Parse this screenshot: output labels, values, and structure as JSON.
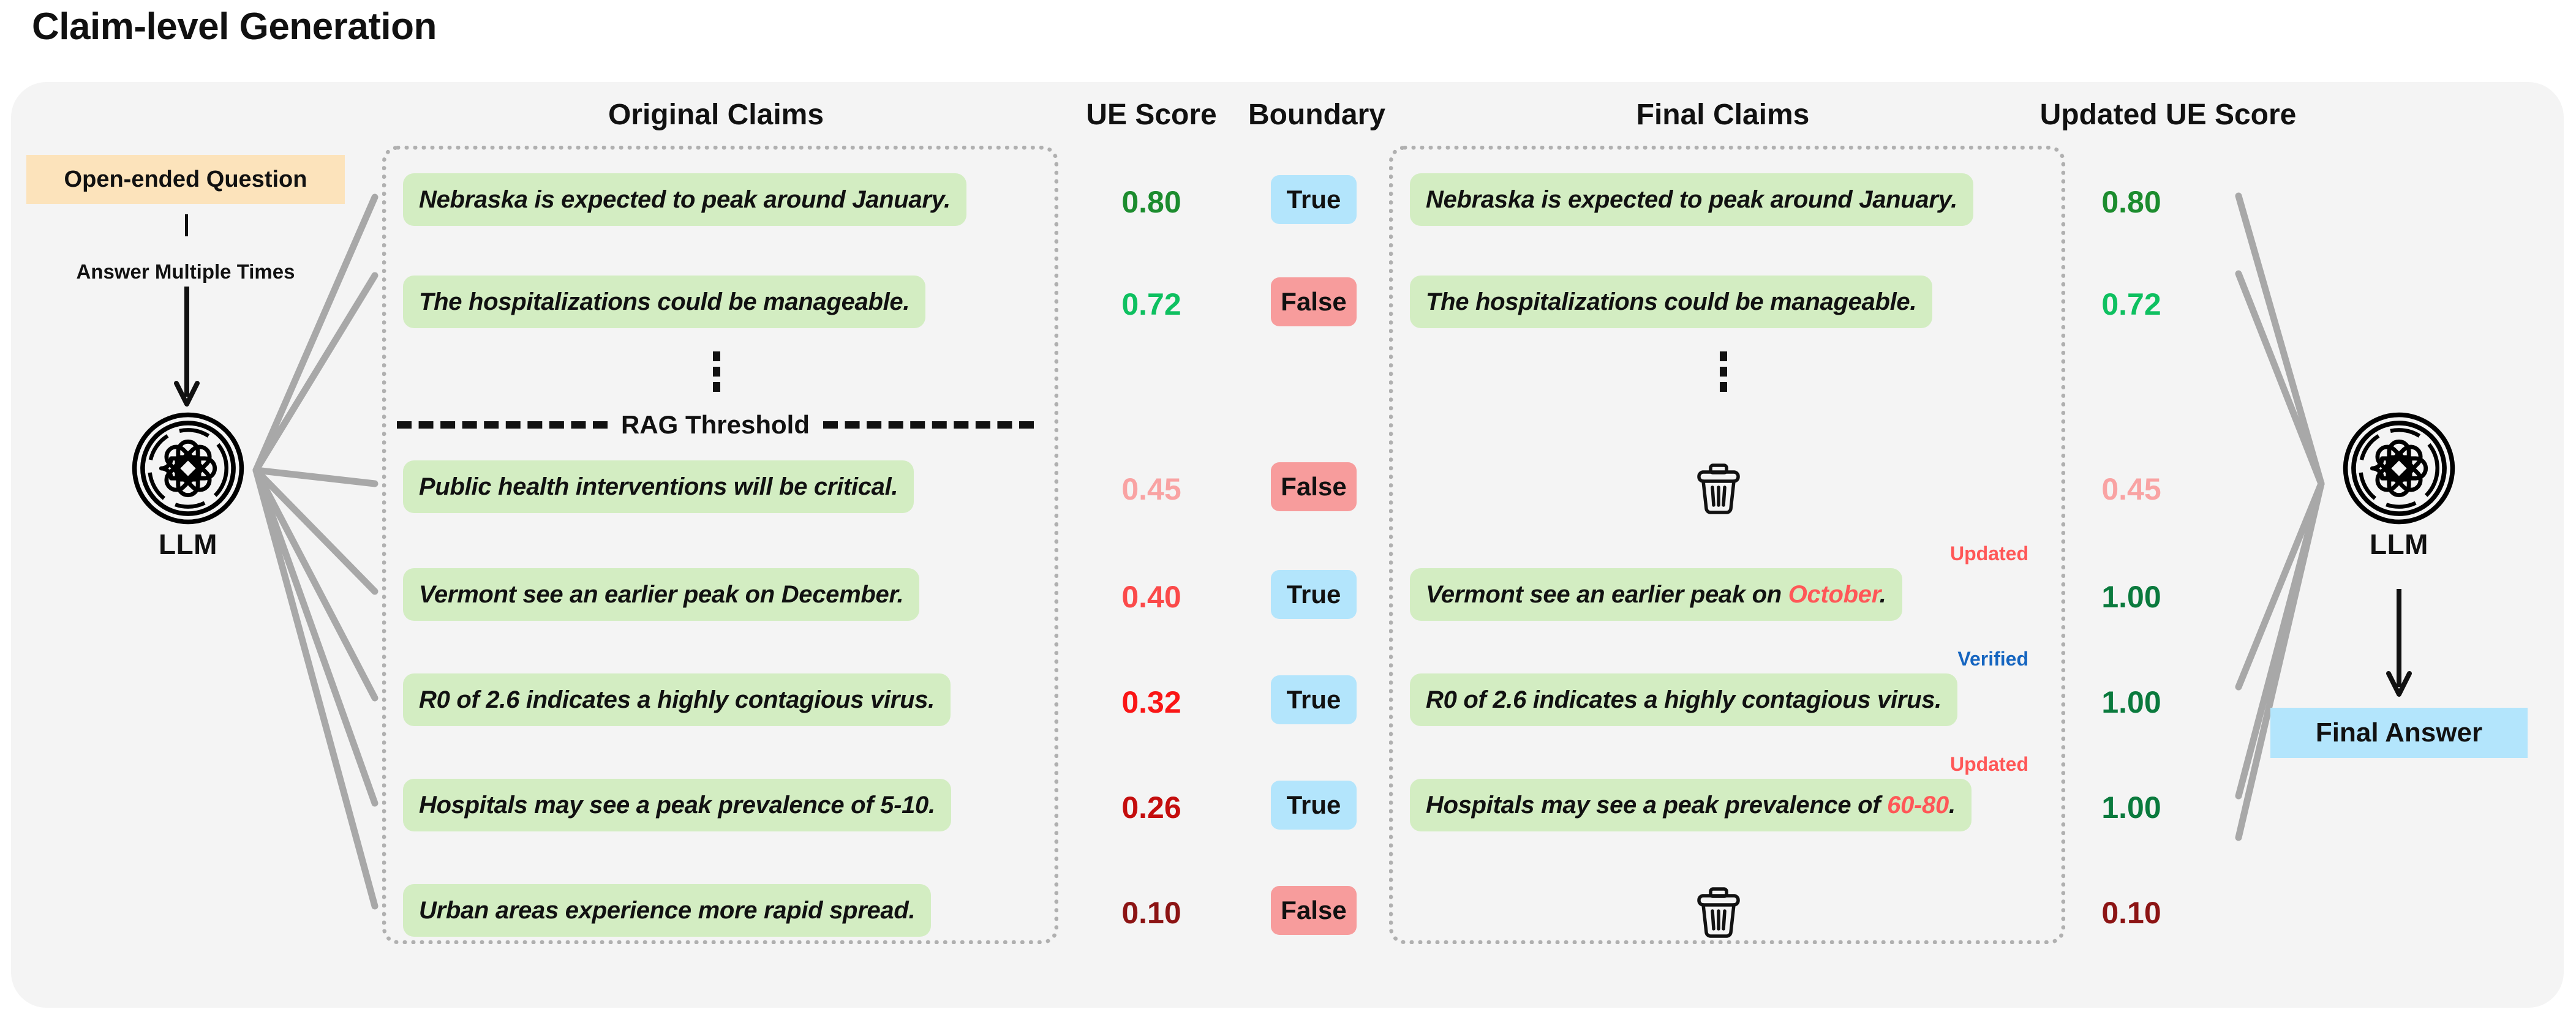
{
  "title": "Claim-level Generation",
  "headers": {
    "original_claims": "Original Claims",
    "ue_score": "UE Score",
    "boundary": "Boundary",
    "final_claims": "Final Claims",
    "updated_ue_score": "Updated UE Score"
  },
  "left": {
    "question_box": "Open-ended Question",
    "edge_label": "Answer Multiple Times",
    "llm_label": "LLM"
  },
  "right": {
    "llm_label": "LLM",
    "final_answer": "Final Answer"
  },
  "threshold": {
    "label": "RAG Threshold"
  },
  "ellipsis": "⋮",
  "tags": {
    "updated": "Updated",
    "verified": "Verified"
  },
  "colors": {
    "card_bg": "#f4f4f4",
    "claim_bg": "#d3edc2",
    "question_bg": "#fce3bb",
    "true_badge": "#b3e5fc",
    "false_badge": "#f79c9c",
    "updated_tag": "#ff5757",
    "verified_tag": "#1565c0",
    "connector": "#a8a8a8",
    "score_080": "#1c8c2e",
    "score_072": "#0ec060",
    "score_045": "#f9a3a3",
    "score_040": "#fb4a4a",
    "score_032": "#fa1616",
    "score_026": "#c40d0d",
    "score_010": "#8c1414",
    "score_100": "#0a7a3d"
  },
  "rows": [
    {
      "original_claim": "Nebraska is expected to peak around January.",
      "ue_score": "0.80",
      "ue_color": "#1c8c2e",
      "boundary": "True",
      "final_claim": "Nebraska is expected to peak around January.",
      "final_kind": "claim",
      "final_tag": "",
      "highlight": "",
      "updated_score": "0.80",
      "updated_color": "#1c8c2e"
    },
    {
      "original_claim": "The hospitalizations could be manageable.",
      "ue_score": "0.72",
      "ue_color": "#0ec060",
      "boundary": "False",
      "final_claim": "The hospitalizations could be manageable.",
      "final_kind": "claim",
      "final_tag": "",
      "highlight": "",
      "updated_score": "0.72",
      "updated_color": "#0ec060"
    },
    {
      "original_claim": "Public health interventions will be critical.",
      "ue_score": "0.45",
      "ue_color": "#f9a3a3",
      "boundary": "False",
      "final_claim": "",
      "final_kind": "deleted",
      "final_tag": "",
      "highlight": "",
      "updated_score": "0.45",
      "updated_color": "#f9a3a3"
    },
    {
      "original_claim": "Vermont see an earlier peak on December.",
      "ue_score": "0.40",
      "ue_color": "#fb4a4a",
      "boundary": "True",
      "final_claim": "Vermont see an earlier peak on ",
      "final_kind": "claim",
      "final_tag": "Updated",
      "highlight": "October",
      "updated_score": "1.00",
      "updated_color": "#0a7a3d"
    },
    {
      "original_claim": "R0 of 2.6 indicates a highly contagious virus.",
      "ue_score": "0.32",
      "ue_color": "#fa1616",
      "boundary": "True",
      "final_claim": "R0 of 2.6 indicates a highly contagious virus.",
      "final_kind": "claim",
      "final_tag": "Verified",
      "highlight": "",
      "updated_score": "1.00",
      "updated_color": "#0a7a3d"
    },
    {
      "original_claim": "Hospitals may see a peak prevalence of 5-10.",
      "ue_score": "0.26",
      "ue_color": "#c40d0d",
      "boundary": "True",
      "final_claim": "Hospitals may see a peak prevalence of ",
      "final_kind": "claim",
      "final_tag": "Updated",
      "highlight": "60-80",
      "updated_score": "1.00",
      "updated_color": "#0a7a3d"
    },
    {
      "original_claim": "Urban areas experience more rapid spread.",
      "ue_score": "0.10",
      "ue_color": "#8c1414",
      "boundary": "False",
      "final_claim": "",
      "final_kind": "deleted",
      "final_tag": "",
      "highlight": "",
      "updated_score": "0.10",
      "updated_color": "#8c1414"
    }
  ]
}
